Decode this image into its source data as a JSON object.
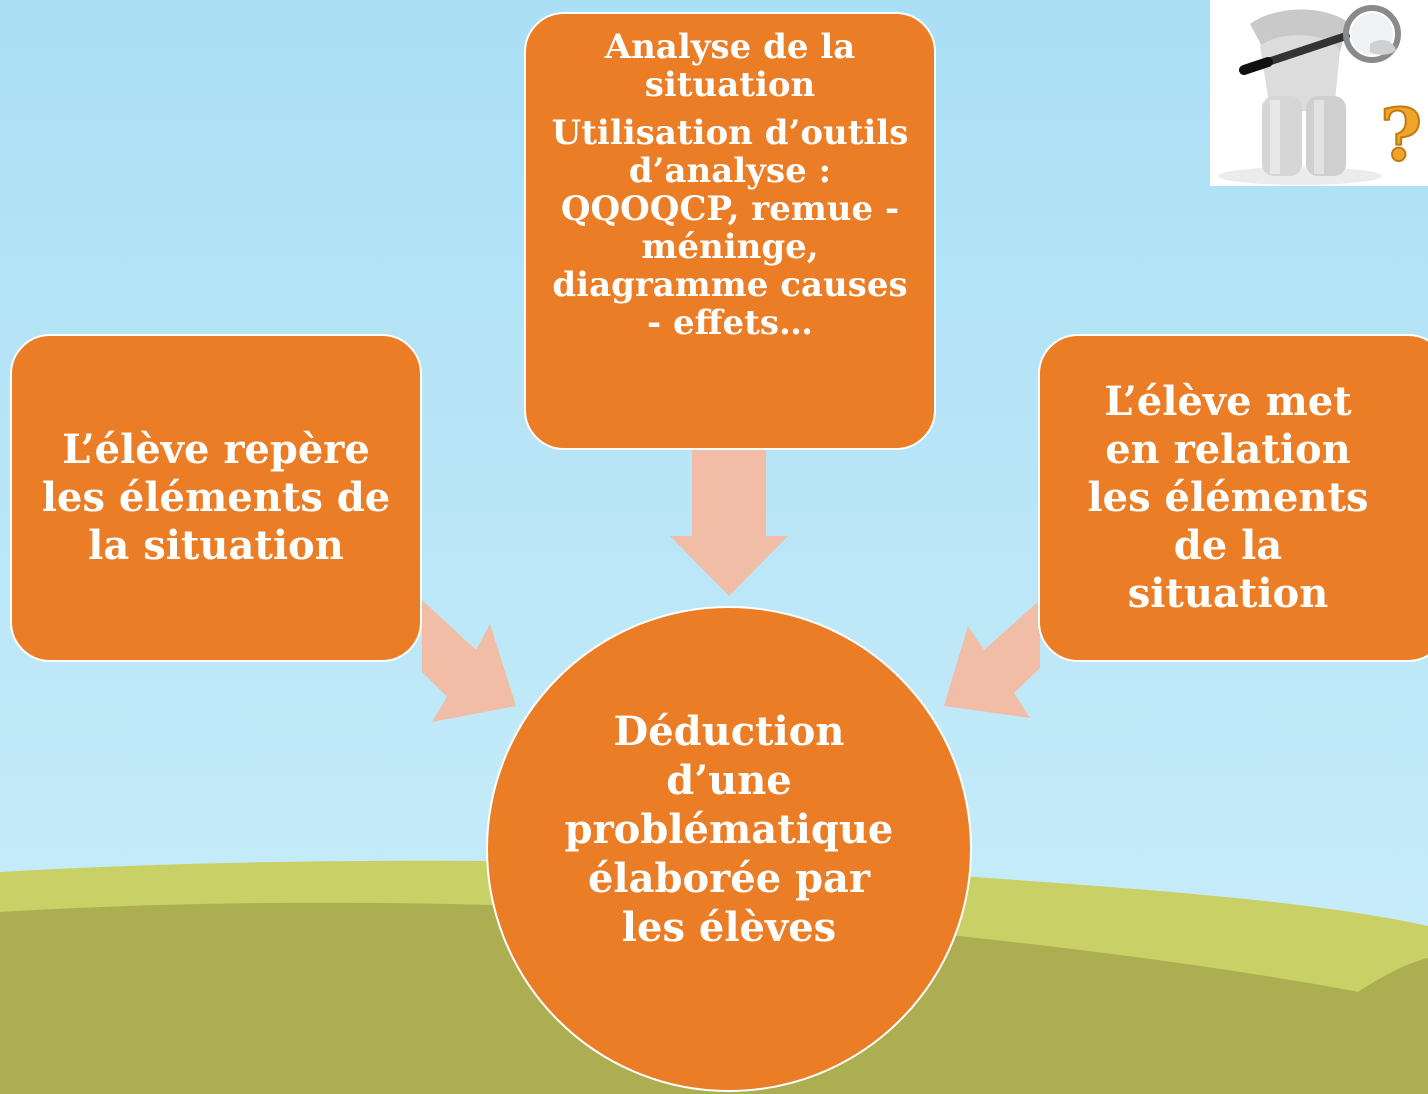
{
  "colors": {
    "sky_top": "#aadff4",
    "sky_bottom": "#cbeefb",
    "hill_light": "#c8d066",
    "hill_dark": "#adae52",
    "box_fill": "#ea7d26",
    "arrow_fill": "#f2bda6",
    "text": "#ffffff"
  },
  "diagram": {
    "left_box": {
      "text": "L’élève repère les éléments de la situation"
    },
    "top_box": {
      "line1": "Analyse de la situation",
      "line2": "Utilisation d’outils d’analyse : QQOQCP, remue - méninge, diagramme causes - effets…"
    },
    "right_box": {
      "text": "L’élève met en relation les éléments de la situation"
    },
    "center_circle": {
      "text": "Déduction d’une problématique élaborée par les élèves"
    }
  },
  "illustration": {
    "icon": "person-with-magnifying-glass-and-question-mark"
  }
}
